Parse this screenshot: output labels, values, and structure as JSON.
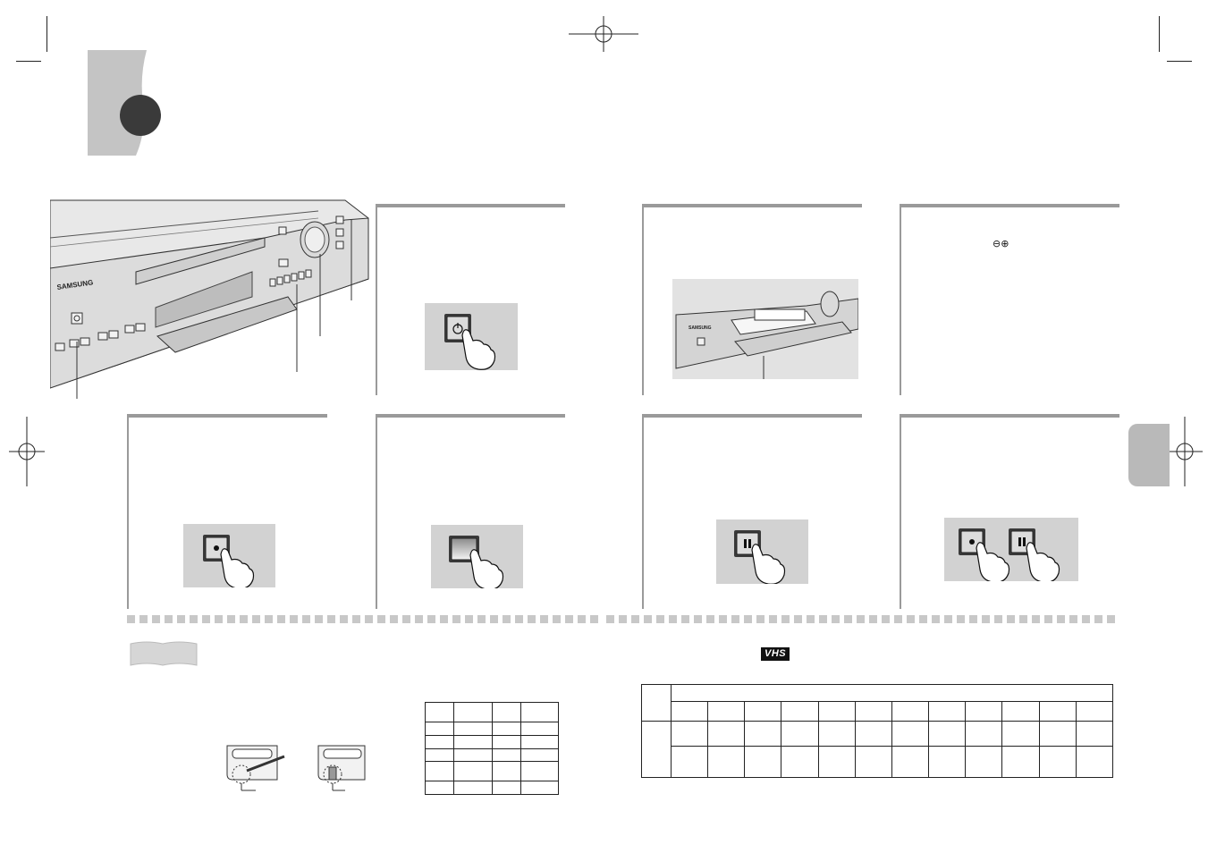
{
  "device": {
    "brand_label": "SAMSUNG",
    "inset_brand_label": "SAMSUNG"
  },
  "icons": {
    "power": "power-icon",
    "record": "record-icon",
    "pause": "pause-icon",
    "tracking": "minus-plus-icon",
    "finger": "pointing-finger-icon"
  },
  "step_panels": [
    {
      "id": "power-on",
      "button": "power"
    },
    {
      "id": "insert-cassette",
      "button": "none"
    },
    {
      "id": "select-channel",
      "button": "none",
      "symbol": "⊖⊕"
    },
    {
      "id": "start-record",
      "button": "record"
    },
    {
      "id": "stop",
      "button": "stop"
    },
    {
      "id": "pause-record",
      "button": "pause"
    },
    {
      "id": "resume-record",
      "button": "record-pause"
    }
  ],
  "colors": {
    "tab_gray": "#c4c4c4",
    "dot_bullet": "#3a3a3a",
    "button_bg": "#d2d2d2",
    "rule_gray": "#9a9a9a"
  },
  "logo": {
    "vhs": "VHS"
  }
}
